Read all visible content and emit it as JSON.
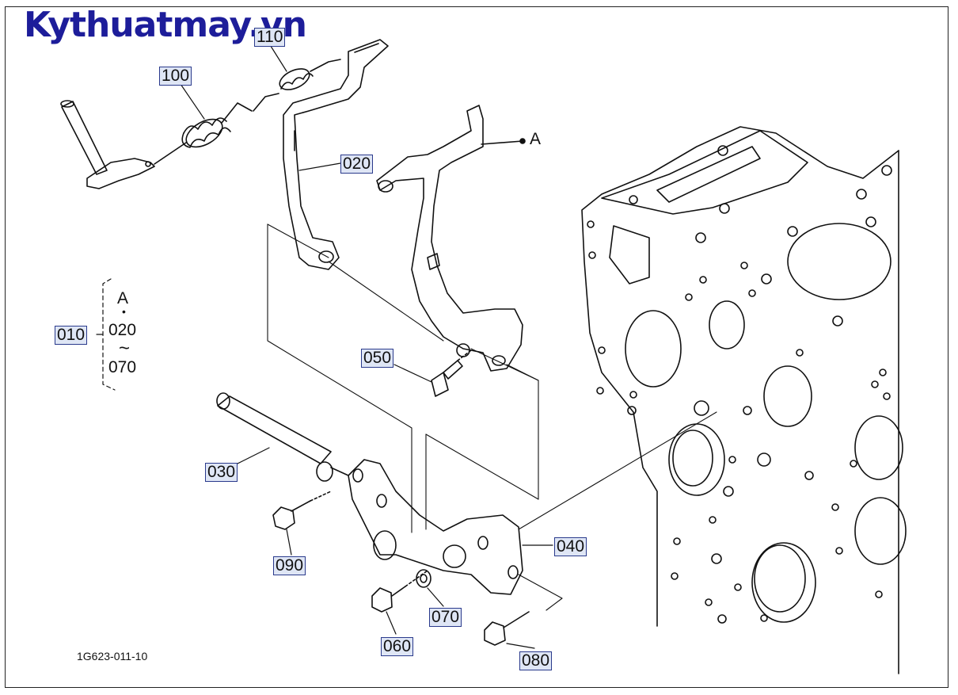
{
  "watermark": "Kythuatmay.vn",
  "figure_code": "1G623-011-10",
  "reference_letter": "A",
  "assembly_group": {
    "code": "010",
    "members": [
      "A",
      "020",
      "~",
      "070"
    ]
  },
  "callouts": {
    "c110": "110",
    "c100": "100",
    "c020": "020",
    "c050": "050",
    "c030": "030",
    "c090": "090",
    "c040": "040",
    "c060": "060",
    "c070": "070",
    "c080": "080"
  },
  "colors": {
    "brand": "#1d1d9a",
    "callout_fill": "#dfe6f5",
    "callout_border": "#2a3a8c",
    "line": "#111111"
  }
}
